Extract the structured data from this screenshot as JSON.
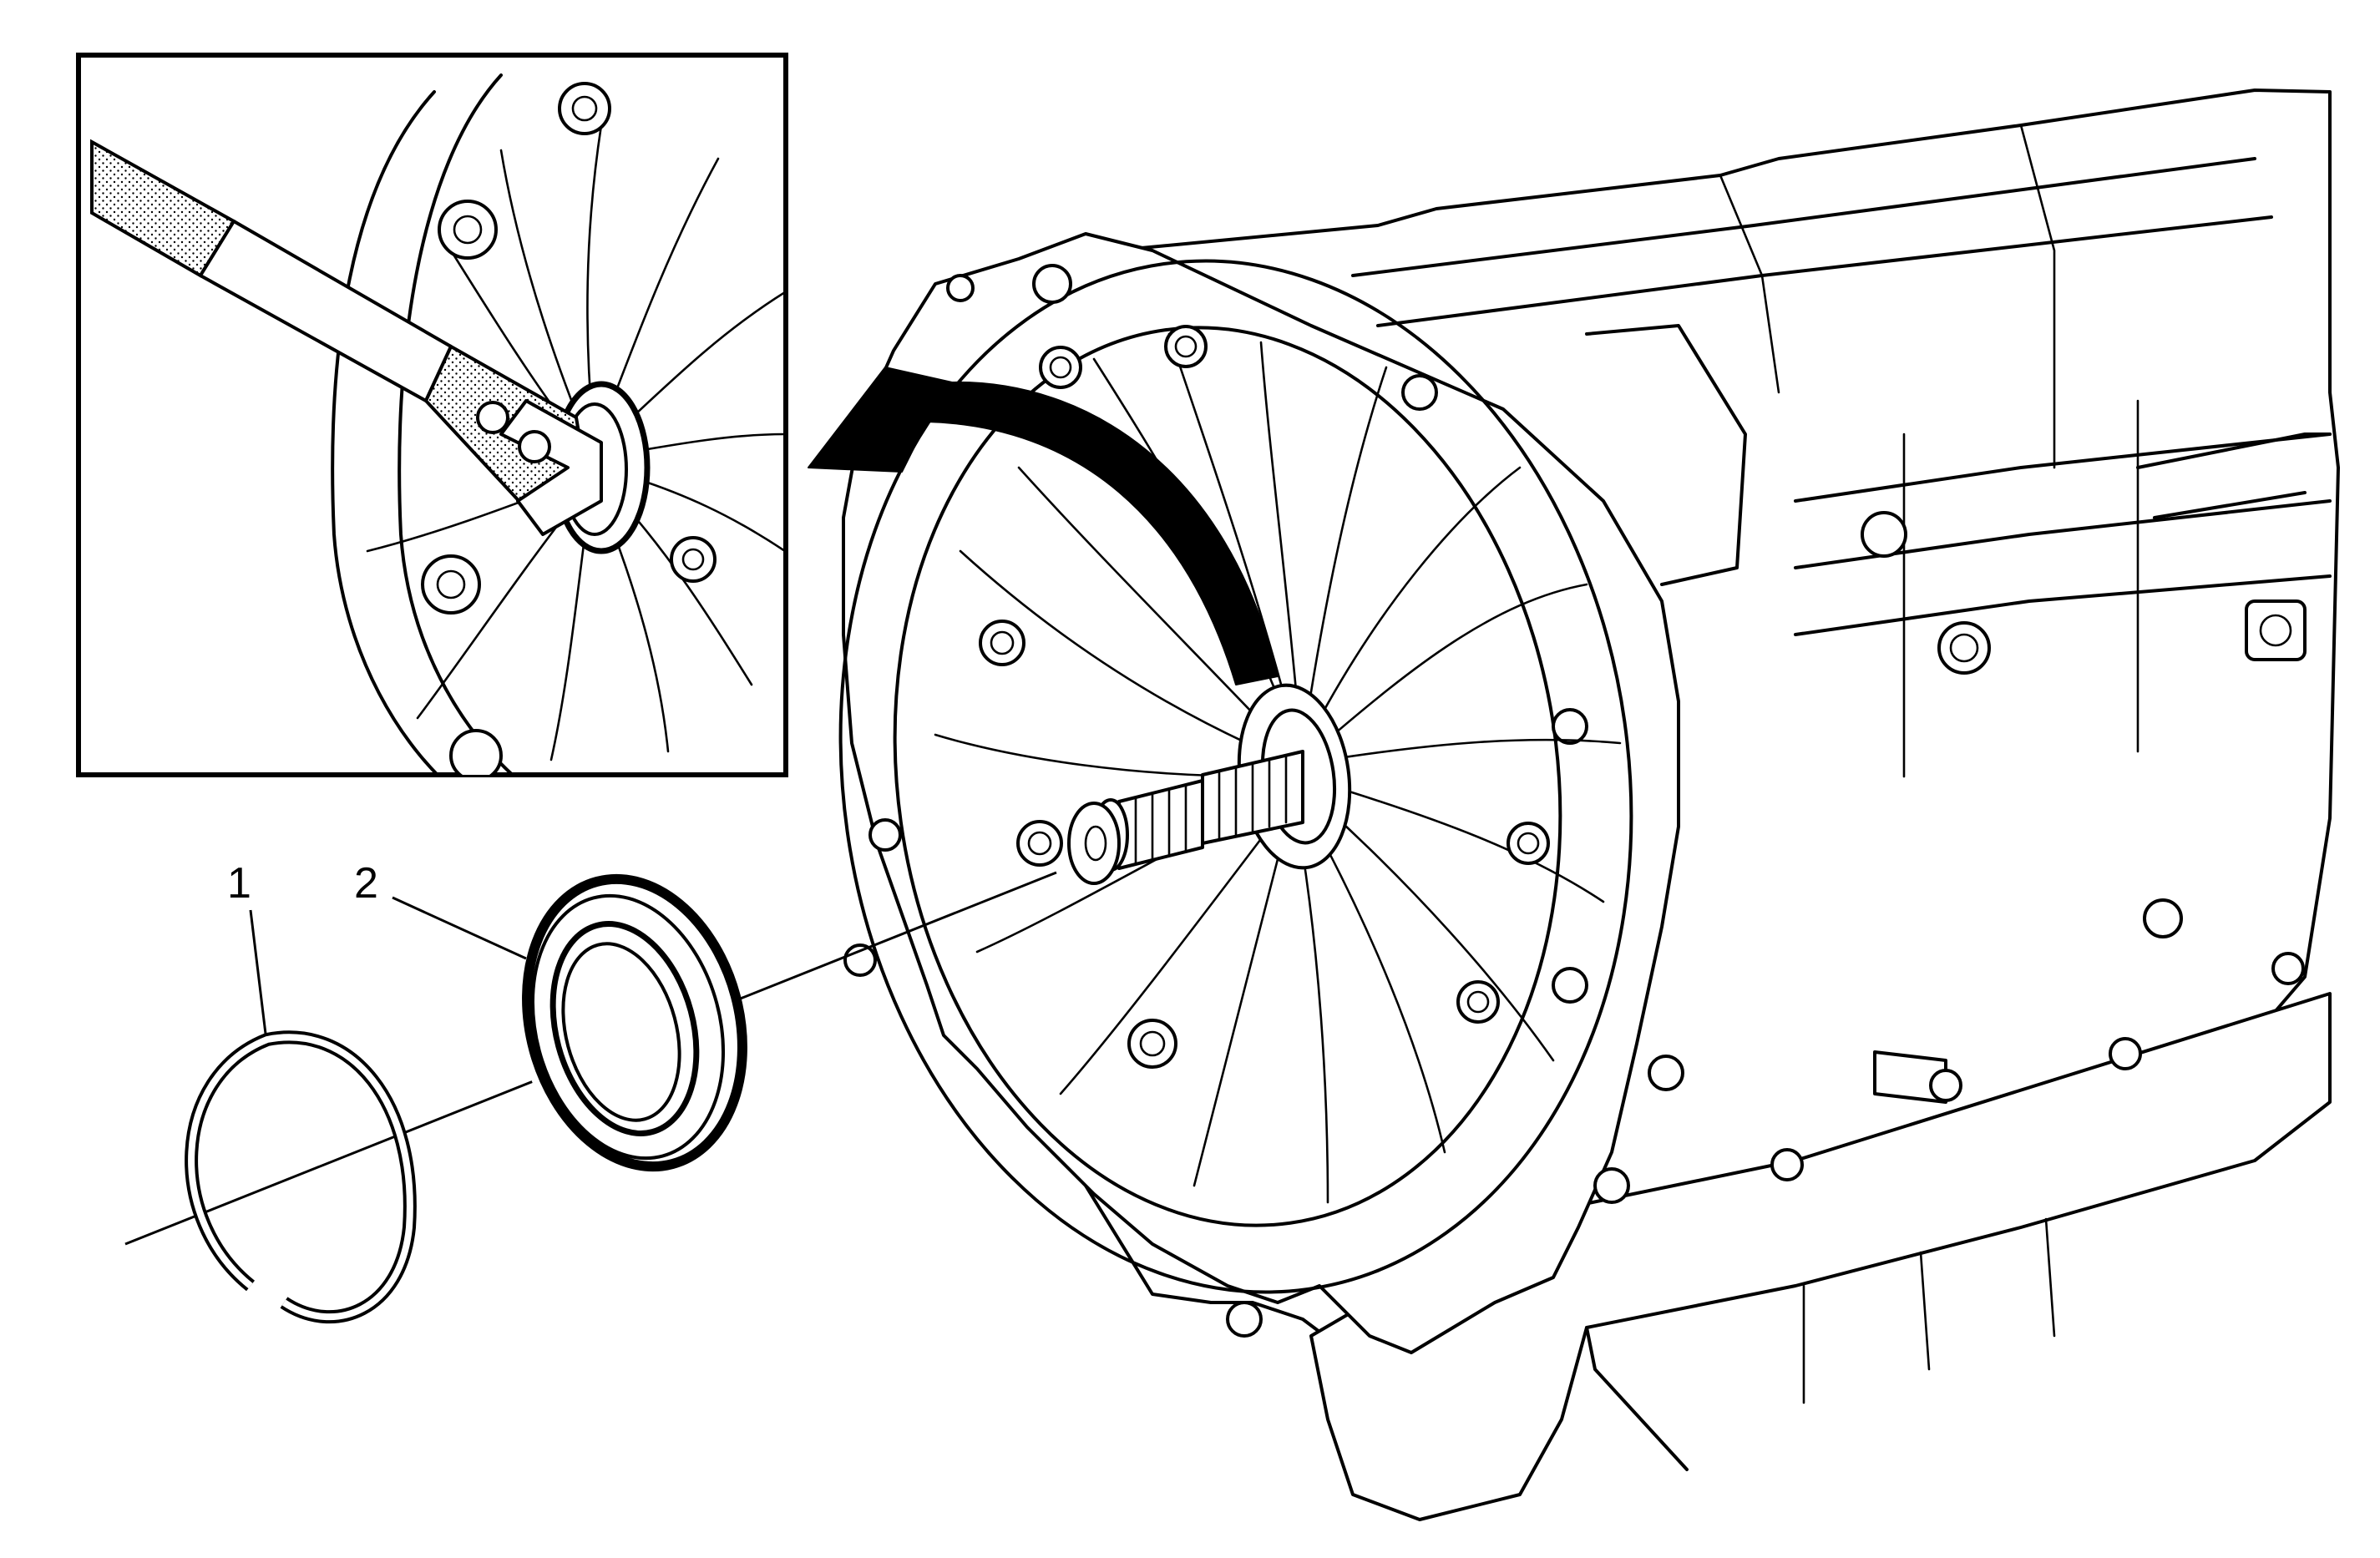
{
  "callouts": [
    {
      "id": "1",
      "label": "1",
      "part": "snap-ring"
    },
    {
      "id": "2",
      "label": "2",
      "part": "oil-seal"
    }
  ],
  "inset": {
    "shows": "seal-removal-tool-detail"
  },
  "colors": {
    "ink": "#000000",
    "paper": "#ffffff"
  }
}
